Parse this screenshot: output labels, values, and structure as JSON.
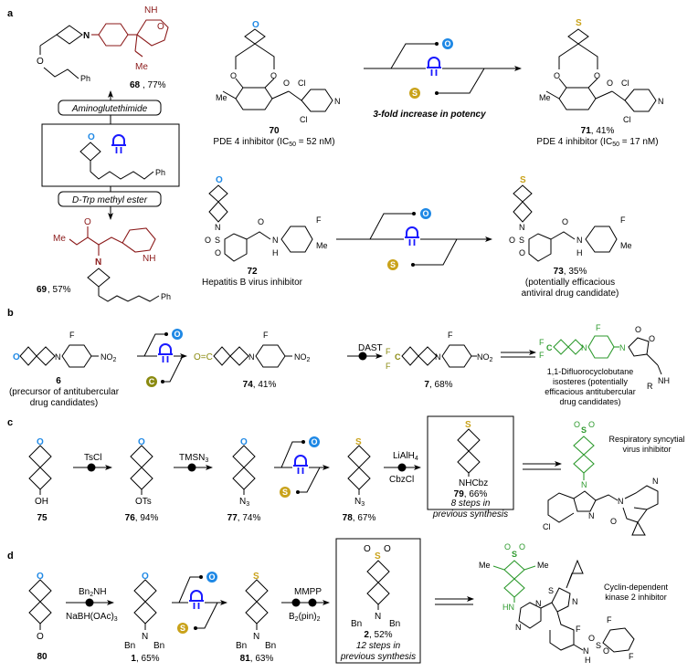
{
  "colors": {
    "oxygen_badge": "#1e88e5",
    "sulfur_badge": "#c9a21a",
    "carbon_badge": "#8a8a10",
    "photo_icon": "#1a1aff",
    "drug_fragment_red": "#8b1a1a",
    "isostere_green": "#2e9a2e"
  },
  "badges": {
    "oxygen": "O",
    "sulfur": "S",
    "carbon": "C"
  },
  "icons": {
    "light": "photoreactor-lamp-icon",
    "step": "filled-circle-step-icon"
  },
  "panel_a": {
    "label": "a",
    "compound_68": {
      "number": "68",
      "yield": ", 77%",
      "labels": [
        "N",
        "O",
        "NH",
        "O",
        "Me",
        "O",
        "Ph"
      ]
    },
    "reagent_top": "Aminoglutethimide",
    "reagent_bottom": "D-Trp methyl ester",
    "central_box_labels": [
      "O",
      "O",
      "Ph"
    ],
    "compound_69": {
      "number": "69",
      "yield": ", 57%",
      "labels": [
        "Me",
        "O",
        "O",
        "N",
        "NH",
        "O",
        "Ph"
      ]
    },
    "compound_70": {
      "number": "70",
      "caption": "PDE 4 inhibitor (IC",
      "caption_sub": "50",
      "caption_end": " = 52 nM)",
      "labels": [
        "O",
        "O",
        "O",
        "O",
        "Me",
        "O",
        "Cl",
        "N",
        "Cl"
      ]
    },
    "transform_note": "3-fold increase in potency",
    "compound_71": {
      "number": "71",
      "yield": ", 41%",
      "caption": "PDE 4 inhibitor (IC",
      "caption_sub": "50",
      "caption_end": " = 17 nM)",
      "labels": [
        "S",
        "O",
        "O",
        "O",
        "Me",
        "O",
        "Cl",
        "N",
        "Cl"
      ]
    },
    "compound_72": {
      "number": "72",
      "caption": "Hepatitis B virus inhibitor",
      "labels": [
        "O",
        "N",
        "S",
        "O",
        "O",
        "O",
        "N",
        "H",
        "F",
        "Me"
      ]
    },
    "compound_73": {
      "number": "73",
      "yield": ", 35%",
      "caption_lines": [
        "(potentially efficacious",
        "antiviral drug candidate)"
      ],
      "labels": [
        "S",
        "N",
        "S",
        "O",
        "O",
        "O",
        "N",
        "H",
        "F",
        "Me"
      ]
    }
  },
  "panel_b": {
    "label": "b",
    "compound_6": {
      "number": "6",
      "caption_lines": [
        "(precursor of antitubercular",
        "drug candidates)"
      ],
      "labels": [
        "O",
        "N",
        "F",
        "NO",
        "2"
      ]
    },
    "compound_74": {
      "number": "74",
      "yield": ", 41%",
      "labels": [
        "O=C",
        "N",
        "F",
        "NO",
        "2"
      ]
    },
    "reagent": "DAST",
    "compound_7": {
      "number": "7",
      "yield": ", 68%",
      "labels": [
        "F",
        "C",
        "F",
        "N",
        "F",
        "NO",
        "2"
      ]
    },
    "target": {
      "caption_lines": [
        "1,1-Difluorocyclobutane",
        "isosteres (potentially",
        "efficacious antitubercular",
        "drug candidates)"
      ],
      "labels": [
        "F",
        "C",
        "F",
        "N",
        "F",
        "N",
        "O",
        "O",
        "R",
        "NH"
      ]
    }
  },
  "panel_c": {
    "label": "c",
    "compound_75": {
      "number": "75",
      "labels": [
        "O",
        "OH"
      ]
    },
    "reagent_1": "TsCl",
    "compound_76": {
      "number": "76",
      "yield": ", 94%",
      "labels": [
        "O",
        "OTs"
      ]
    },
    "reagent_2": "TMSN",
    "reagent_2_sub": "3",
    "compound_77": {
      "number": "77",
      "yield": ", 74%",
      "labels": [
        "O",
        "N",
        "3"
      ]
    },
    "compound_78": {
      "number": "78",
      "yield": ", 67%",
      "labels": [
        "S",
        "N",
        "3"
      ]
    },
    "reagent_3_top": "LiAlH",
    "reagent_3_top_sub": "4",
    "reagent_3_bottom": "CbzCl",
    "compound_79": {
      "number": "79",
      "yield": ", 66%",
      "note_lines": [
        "8 steps in",
        "previous synthesis"
      ],
      "labels": [
        "S",
        "NHCbz"
      ]
    },
    "target": {
      "caption_lines": [
        "Respiratory syncytial",
        "virus inhibitor"
      ],
      "labels": [
        "O",
        "S",
        "O",
        "N",
        "N",
        "N",
        "N",
        "O",
        "Cl"
      ]
    }
  },
  "panel_d": {
    "label": "d",
    "compound_80": {
      "number": "80",
      "labels": [
        "O",
        "O"
      ]
    },
    "reagent_1_top": "Bn",
    "reagent_1_top_sub": "2",
    "reagent_1_top_end": "NH",
    "reagent_1_bottom": "NaBH(OAc)",
    "reagent_1_bottom_sub": "3",
    "compound_1": {
      "number": "1",
      "yield": ", 65%",
      "labels": [
        "O",
        "N",
        "Bn",
        "Bn"
      ]
    },
    "compound_81": {
      "number": "81",
      "yield": ", 63%",
      "labels": [
        "S",
        "N",
        "Bn",
        "Bn"
      ]
    },
    "reagent_2_top": "MMPP",
    "reagent_2_bottom": "B",
    "reagent_2_bottom_sub": "2",
    "reagent_2_bottom_end": "(pin)",
    "reagent_2_bottom_sub2": "2",
    "compound_2": {
      "number": "2",
      "yield": ", 52%",
      "note_lines": [
        "12 steps in",
        "previous synthesis"
      ],
      "labels": [
        "O",
        "S",
        "O",
        "N",
        "Bn",
        "Bn"
      ]
    },
    "target": {
      "caption_lines": [
        "Cyclin-dependent",
        "kinase 2 inhibitor"
      ],
      "labels": [
        "O",
        "S",
        "O",
        "Me",
        "Me",
        "HN",
        "N",
        "N",
        "S",
        "N",
        "F",
        "F",
        "O",
        "S",
        "O",
        "N",
        "H",
        "F"
      ]
    }
  }
}
